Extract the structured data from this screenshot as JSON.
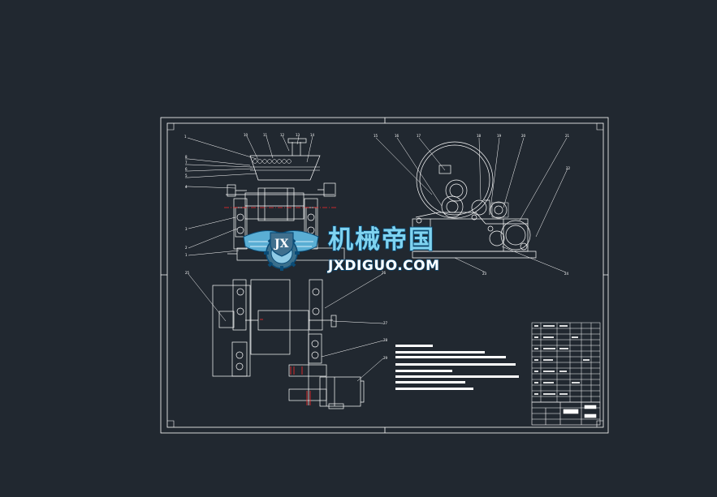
{
  "watermark": {
    "brand_cn": "机械帝国",
    "brand_en": "JXDIGUO.COM",
    "logo_text": "JX"
  },
  "colors": {
    "background": "#212830",
    "line": "#ffffff",
    "accent_red": "#ff2a2a",
    "watermark_blue": "#7fd3f0"
  },
  "drawing": {
    "left_callouts": [
      "1",
      "10",
      "11",
      "12",
      "13",
      "14"
    ],
    "left_side_labels": [
      "8",
      "7",
      "6",
      "5",
      "4",
      "3",
      "2",
      "1"
    ],
    "right_callouts": [
      "15",
      "16",
      "17",
      "18",
      "19",
      "20",
      "21"
    ],
    "right_side_labels": [
      "22",
      "23",
      "24"
    ],
    "plan_labels": [
      "25",
      "26",
      "27",
      "28",
      "29"
    ]
  }
}
